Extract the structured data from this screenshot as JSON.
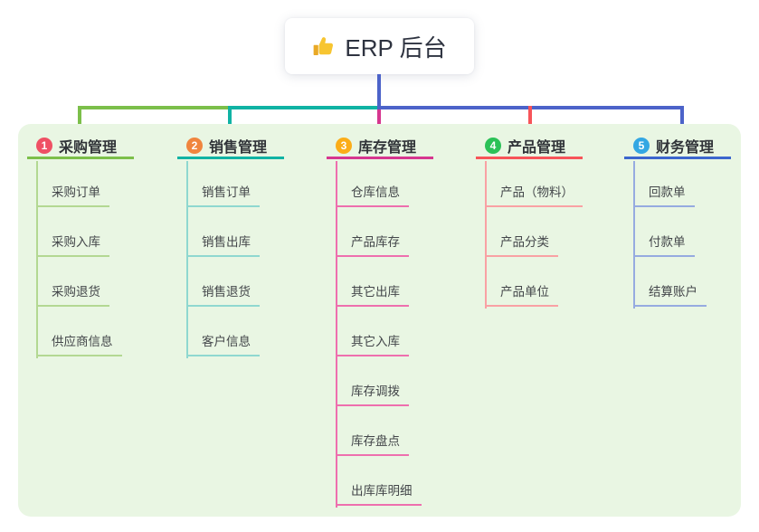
{
  "root": {
    "label": "ERP 后台",
    "icon": "thumbs-up"
  },
  "colors": {
    "panel_background": "#e9f6e3",
    "root_connector": "#4c63c9",
    "canvas_background": "#ffffff"
  },
  "branches": [
    {
      "num": "1",
      "label": "采购管理",
      "badge_color": "#ef5064",
      "line_color": "#7cbf4a",
      "child_line_color": "#b3d892",
      "children": [
        "采购订单",
        "采购入库",
        "采购退货",
        "供应商信息"
      ]
    },
    {
      "num": "2",
      "label": "销售管理",
      "badge_color": "#f0853e",
      "line_color": "#10b3a4",
      "child_line_color": "#8fd8d0",
      "children": [
        "销售订单",
        "销售出库",
        "销售退货",
        "客户信息"
      ]
    },
    {
      "num": "3",
      "label": "库存管理",
      "badge_color": "#fbad18",
      "line_color": "#d6368f",
      "child_line_color": "#ee6fae",
      "children": [
        "仓库信息",
        "产品库存",
        "其它出库",
        "其它入库",
        "库存调拨",
        "库存盘点",
        "出库库明细"
      ]
    },
    {
      "num": "4",
      "label": "产品管理",
      "badge_color": "#2bc157",
      "line_color": "#f75459",
      "child_line_color": "#f9a1a4",
      "children": [
        "产品（物料）",
        "产品分类",
        "产品单位"
      ]
    },
    {
      "num": "5",
      "label": "财务管理",
      "badge_color": "#33a7e3",
      "line_color": "#3c66cd",
      "child_line_color": "#96abe0",
      "children": [
        "回款单",
        "付款单",
        "结算账户"
      ]
    }
  ]
}
